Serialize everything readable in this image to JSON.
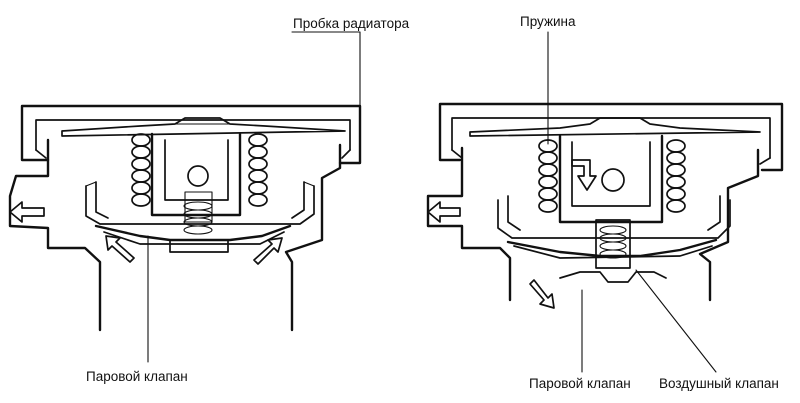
{
  "labels": {
    "radiator_cap": "Пробка радиатора",
    "spring": "Пружина",
    "steam_valve_left": "Паровой клапан",
    "steam_valve_right": "Паровой клапан",
    "air_valve": "Воздушный клапан"
  }
}
